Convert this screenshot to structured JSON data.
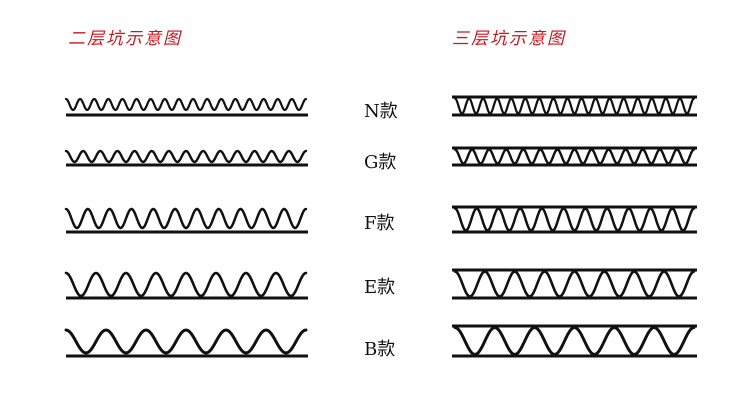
{
  "headings": {
    "two_layer": "二层坑示意图",
    "three_layer": "三层坑示意图"
  },
  "flutes": [
    {
      "label": "N款"
    },
    {
      "label": "G款"
    },
    {
      "label": "F款"
    },
    {
      "label": "E款"
    },
    {
      "label": "B款"
    }
  ],
  "colors": {
    "heading": "#c8161d",
    "line": "#111111"
  }
}
